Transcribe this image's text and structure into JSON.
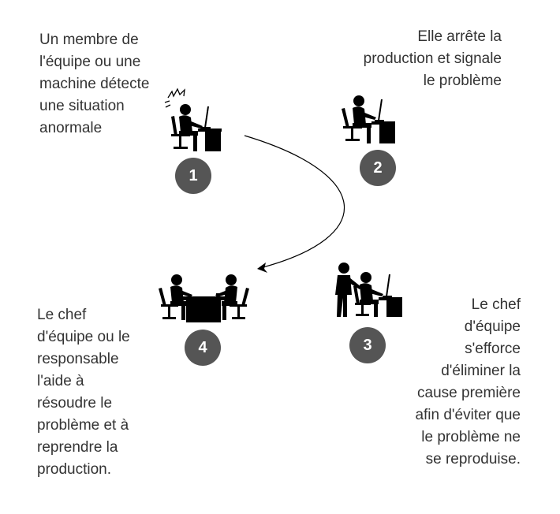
{
  "steps": [
    {
      "number": "1",
      "caption": "Un membre de\nl'équipe ou une\nmachine détecte\nune situation\nanormale"
    },
    {
      "number": "2",
      "caption": "Elle arrête la\nproduction et signale\nle problème"
    },
    {
      "number": "3",
      "caption": "Le chef\nd'équipe\ns'efforce\nd'éliminer la\ncause première\nafin d'éviter que\nle problème ne\nse reproduise."
    },
    {
      "number": "4",
      "caption": "Le chef\nd'équipe ou le\nresponsable\nl'aide à\nrésoudre le\nproblème et à\nreprendre la\nproduction."
    }
  ],
  "icons": {
    "step1": "worker-alert-at-desk-icon",
    "step2": "worker-at-desk-icon",
    "step3": "supervisor-with-worker-icon",
    "step4": "two-people-meeting-icon",
    "arrow": "curved-arrow-icon"
  },
  "colors": {
    "badge": "#555555",
    "badge_text": "#ffffff",
    "text": "#333333",
    "icon": "#000000"
  }
}
